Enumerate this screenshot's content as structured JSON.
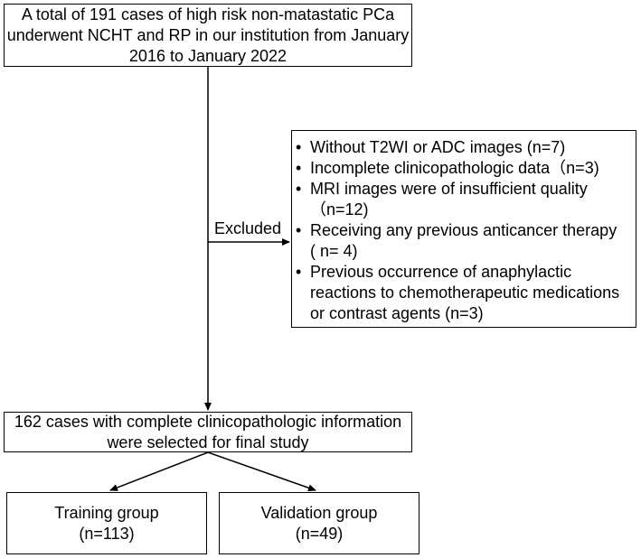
{
  "top_box": {
    "lines": [
      "A total of 191 cases of high risk non-matastatic PCa",
      "underwent NCHT and RP in our institution from  January",
      "2016 to January 2022"
    ]
  },
  "excluded_label": "Excluded",
  "exclusion_box": {
    "items": [
      {
        "lines": [
          "Without T2WI or ADC images (n=7)"
        ]
      },
      {
        "lines": [
          "Incomplete clinicopathologic data（n=3)"
        ]
      },
      {
        "lines": [
          "MRI images were of insufficient quality",
          "（n=12)"
        ]
      },
      {
        "lines": [
          "Receiving any previous anticancer therapy",
          "( n= 4)"
        ]
      },
      {
        "lines": [
          "Previous occurrence of anaphylactic",
          "reactions to chemotherapeutic medications",
          "or contrast agents (n=3)"
        ]
      }
    ],
    "bullet_glyph": "•"
  },
  "selected_box": {
    "lines": [
      "162 cases with complete clinicopathologic information",
      "were selected for final study"
    ]
  },
  "training_box": {
    "lines": [
      "Training group",
      "(n=113)"
    ]
  },
  "validation_box": {
    "lines": [
      "Validation group",
      "(n=49)"
    ]
  }
}
